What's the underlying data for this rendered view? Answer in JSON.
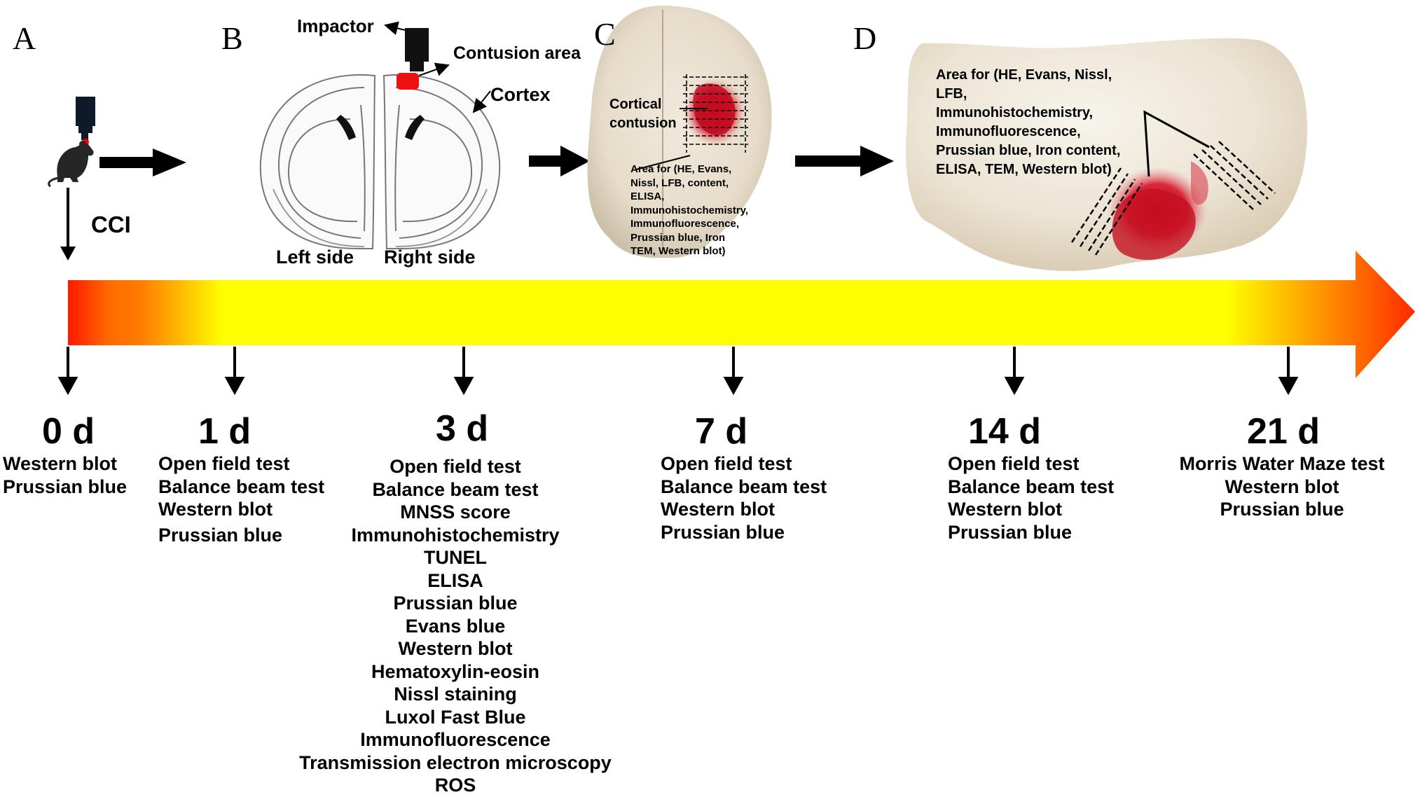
{
  "panels": {
    "a": "A",
    "b": "B",
    "c": "C",
    "d": "D"
  },
  "panel_a": {
    "cci": "CCI"
  },
  "panel_b": {
    "impactor": "Impactor",
    "contusion_area": "Contusion area",
    "cortex": "Cortex",
    "left_side": "Left side",
    "right_side": "Right side"
  },
  "panel_c": {
    "cortical_contusion": [
      "Cortical",
      "contusion"
    ],
    "area_lines": [
      "Area for (HE, Evans,",
      "Nissl, LFB, content,",
      "ELISA,",
      "Immunohistochemistry,",
      "Immunofluorescence,",
      "Prussian blue, Iron",
      "TEM, Western blot)"
    ]
  },
  "panel_d": {
    "area_lines": [
      "Area for (HE, Evans, Nissl,",
      "LFB,",
      "Immunohistochemistry,",
      "Immunofluorescence,",
      "Prussian blue, Iron content,",
      "ELISA, TEM, Western blot)"
    ]
  },
  "timeline": {
    "gradient_colors": [
      "#ff0000",
      "#ffff00",
      "#ff2a00"
    ],
    "points": [
      {
        "day": "0 d",
        "items": [
          "Western blot",
          "Prussian blue"
        ]
      },
      {
        "day": "1 d",
        "items": [
          "Open field test",
          "Balance beam test",
          "Western blot",
          "Prussian blue"
        ]
      },
      {
        "day": "3 d",
        "items": [
          "Open field test",
          "Balance beam test",
          "MNSS score",
          "Immunohistochemistry",
          "TUNEL",
          "ELISA",
          "Prussian blue",
          "Evans blue",
          "Western blot",
          "Hematoxylin-eosin",
          "Nissl staining",
          "Luxol Fast Blue",
          "Immunofluorescence",
          "Transmission electron microscopy",
          "ROS"
        ]
      },
      {
        "day": "7 d",
        "items": [
          "Open field test",
          "Balance beam test",
          "Western blot",
          "Prussian blue"
        ]
      },
      {
        "day": "14 d",
        "items": [
          "Open field test",
          "Balance beam test",
          "Western blot",
          "Prussian blue"
        ]
      },
      {
        "day": "21 d",
        "items": [
          "Morris Water Maze test",
          "Western blot",
          "Prussian blue"
        ]
      }
    ]
  }
}
